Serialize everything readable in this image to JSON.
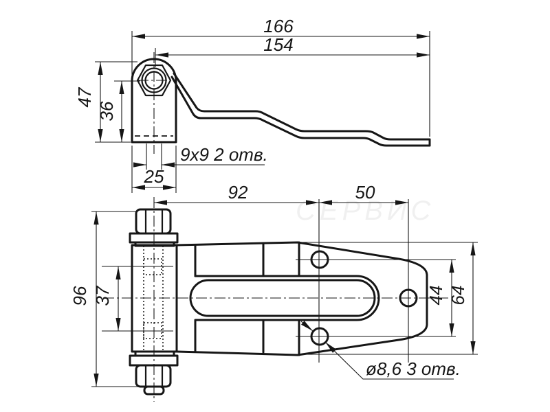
{
  "colors": {
    "line": "#161616",
    "background": "#ffffff"
  },
  "watermark": "СЕРВИС",
  "side_view": {
    "dim_overall_length": "166",
    "dim_to_pin_axis": "154",
    "dim_bracket_height": "47",
    "dim_axis_to_base": "36",
    "dim_bracket_width": "25",
    "square_holes_label": "9x9  2 отв."
  },
  "plan_view": {
    "dim_axis_to_holes": "92",
    "dim_holes_spacing_h": "50",
    "dim_overall_height": "96",
    "dim_square_holes_spacing": "37",
    "dim_holes_spacing_v": "44",
    "dim_plate_width": "64",
    "round_holes_label": "ø8,6  3 отв."
  }
}
